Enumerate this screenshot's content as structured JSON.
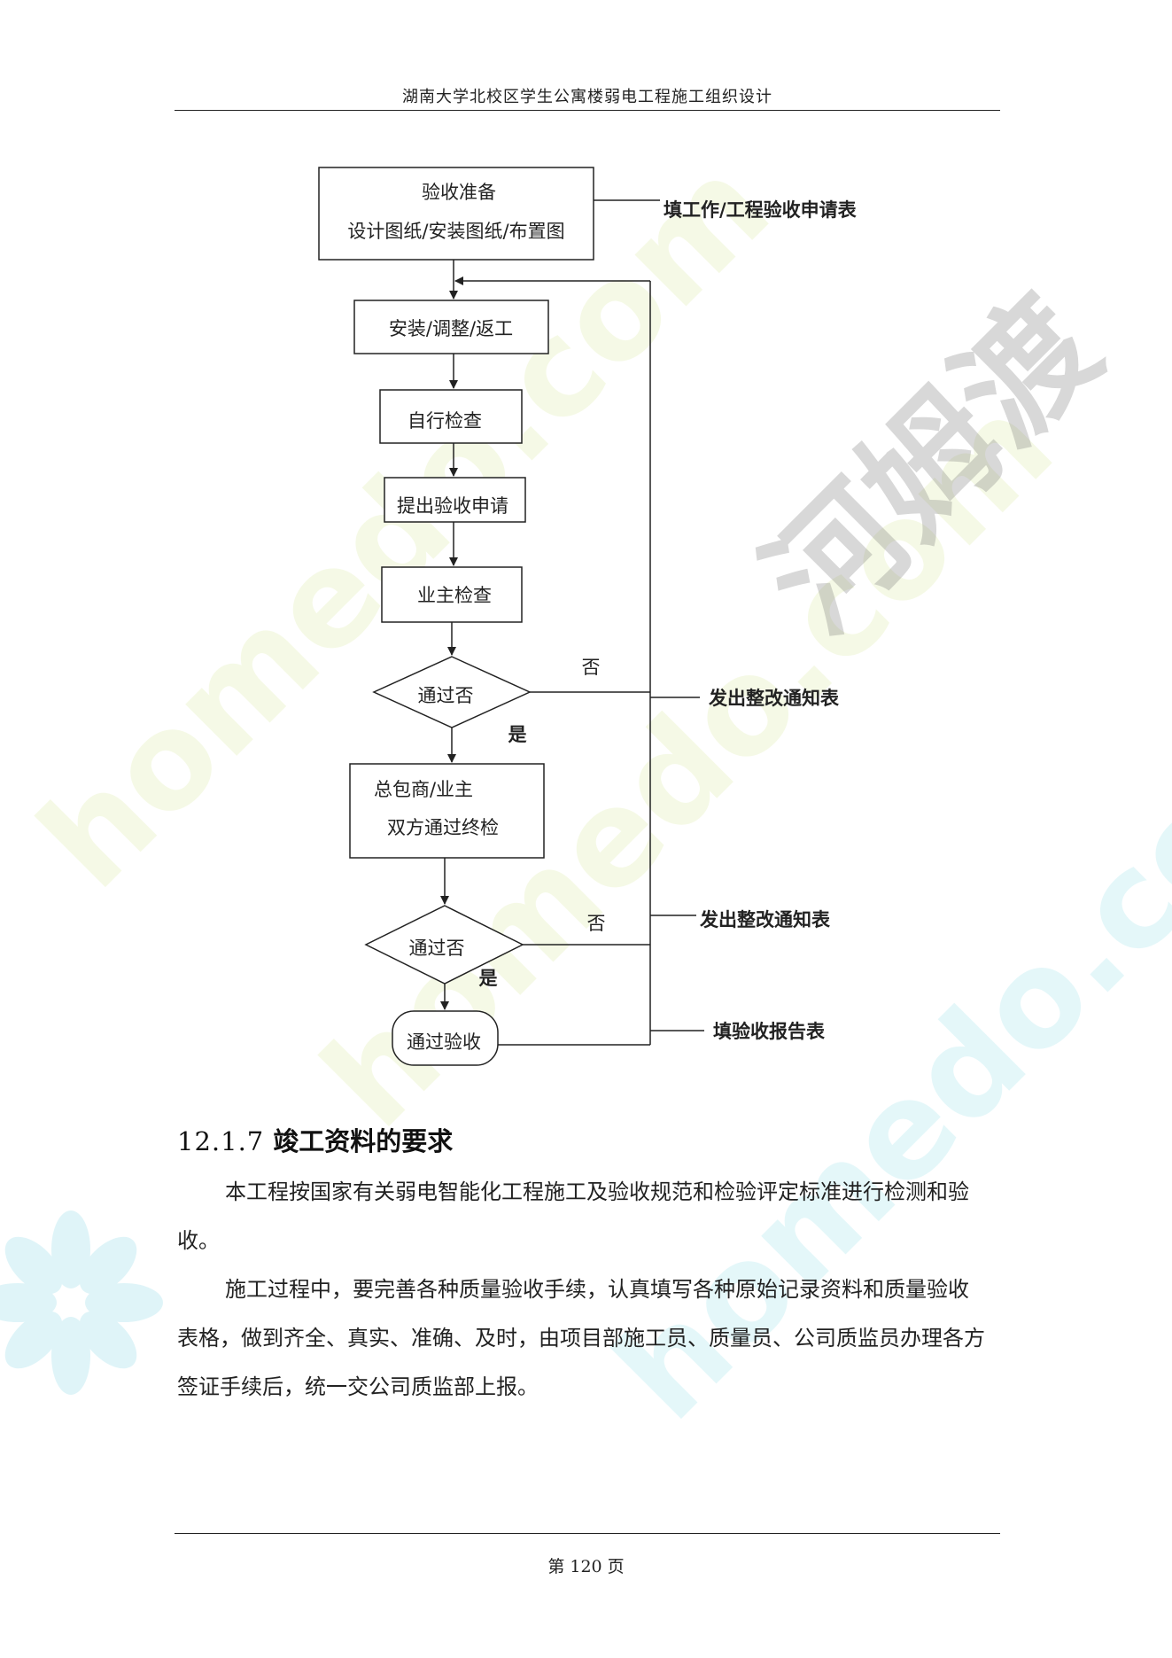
{
  "header": {
    "title": "湖南大学北校区学生公寓楼弱电工程施工组织设计"
  },
  "flowchart": {
    "steps": {
      "prepare_line1": "验收准备",
      "prepare_line2": "设计图纸/安装图纸/布置图",
      "install": "安装/调整/返工",
      "self_check": "自行检查",
      "apply": "提出验收申请",
      "owner_check": "业主检查",
      "decision1": "通过否",
      "final_line1": "总包商/业主",
      "final_line2": "双方通过终检",
      "decision2": "通过否",
      "pass": "通过验收"
    },
    "labels": {
      "no1": "否",
      "yes1": "是",
      "no2": "否",
      "yes2": "是"
    },
    "side_notes": {
      "fill_application": "填工作/工程验收申请表",
      "notice1": "发出整改通知表",
      "notice2": "发出整改通知表",
      "report": "填验收报告表"
    }
  },
  "section": {
    "number": "12.1.7",
    "title": "竣工资料的要求",
    "paragraphs": [
      "本工程按国家有关弱电智能化工程施工及验收规范和检验评定标准进行检测和验收。",
      "施工过程中，要完善各种质量验收手续，认真填写各种原始记录资料和质量验收表格，做到齐全、真实、准确、及时，由项目部施工员、质量员、公司质监员办理各方签证手续后，统一交公司质监部上报。"
    ]
  },
  "watermark": {
    "text_a": "homedo.com",
    "text_b": "homedo.com",
    "text_c": "homedo.com",
    "brand": "河姆渡"
  },
  "footer": {
    "page_label": "第 120 页"
  }
}
